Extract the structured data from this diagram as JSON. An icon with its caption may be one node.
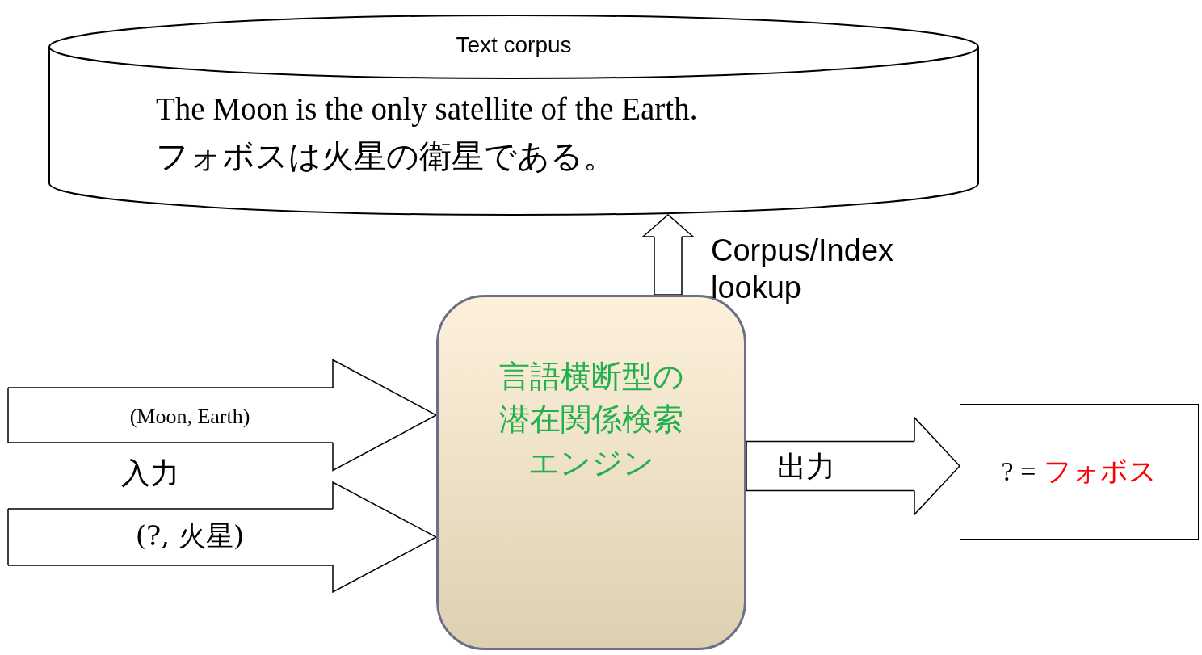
{
  "diagram": {
    "nodes": [
      {
        "text": [
          "Text corpus",
          "The Moon is the only satellite of the Earth.",
          "フォボスは火星の衛星である。"
        ]
      },
      {
        "text": [
          "言語横断型の潜在関係検索エンジン"
        ]
      },
      {
        "text": [
          "? =",
          "フォボス"
        ]
      }
    ],
    "edges": [
      {
        "from": null,
        "to": 1,
        "arrow": "to",
        "label": "(Moon, Earth)"
      },
      {
        "from": null,
        "to": 1,
        "arrow": "to",
        "label": "(?, 火星)"
      },
      {
        "from": 1,
        "to": 2,
        "arrow": "to",
        "label": "出力"
      },
      {
        "from": 1,
        "to": 0,
        "arrow": "to",
        "label": "Corpus/Index lookup"
      }
    ],
    "labels": [
      "入力"
    ]
  }
}
